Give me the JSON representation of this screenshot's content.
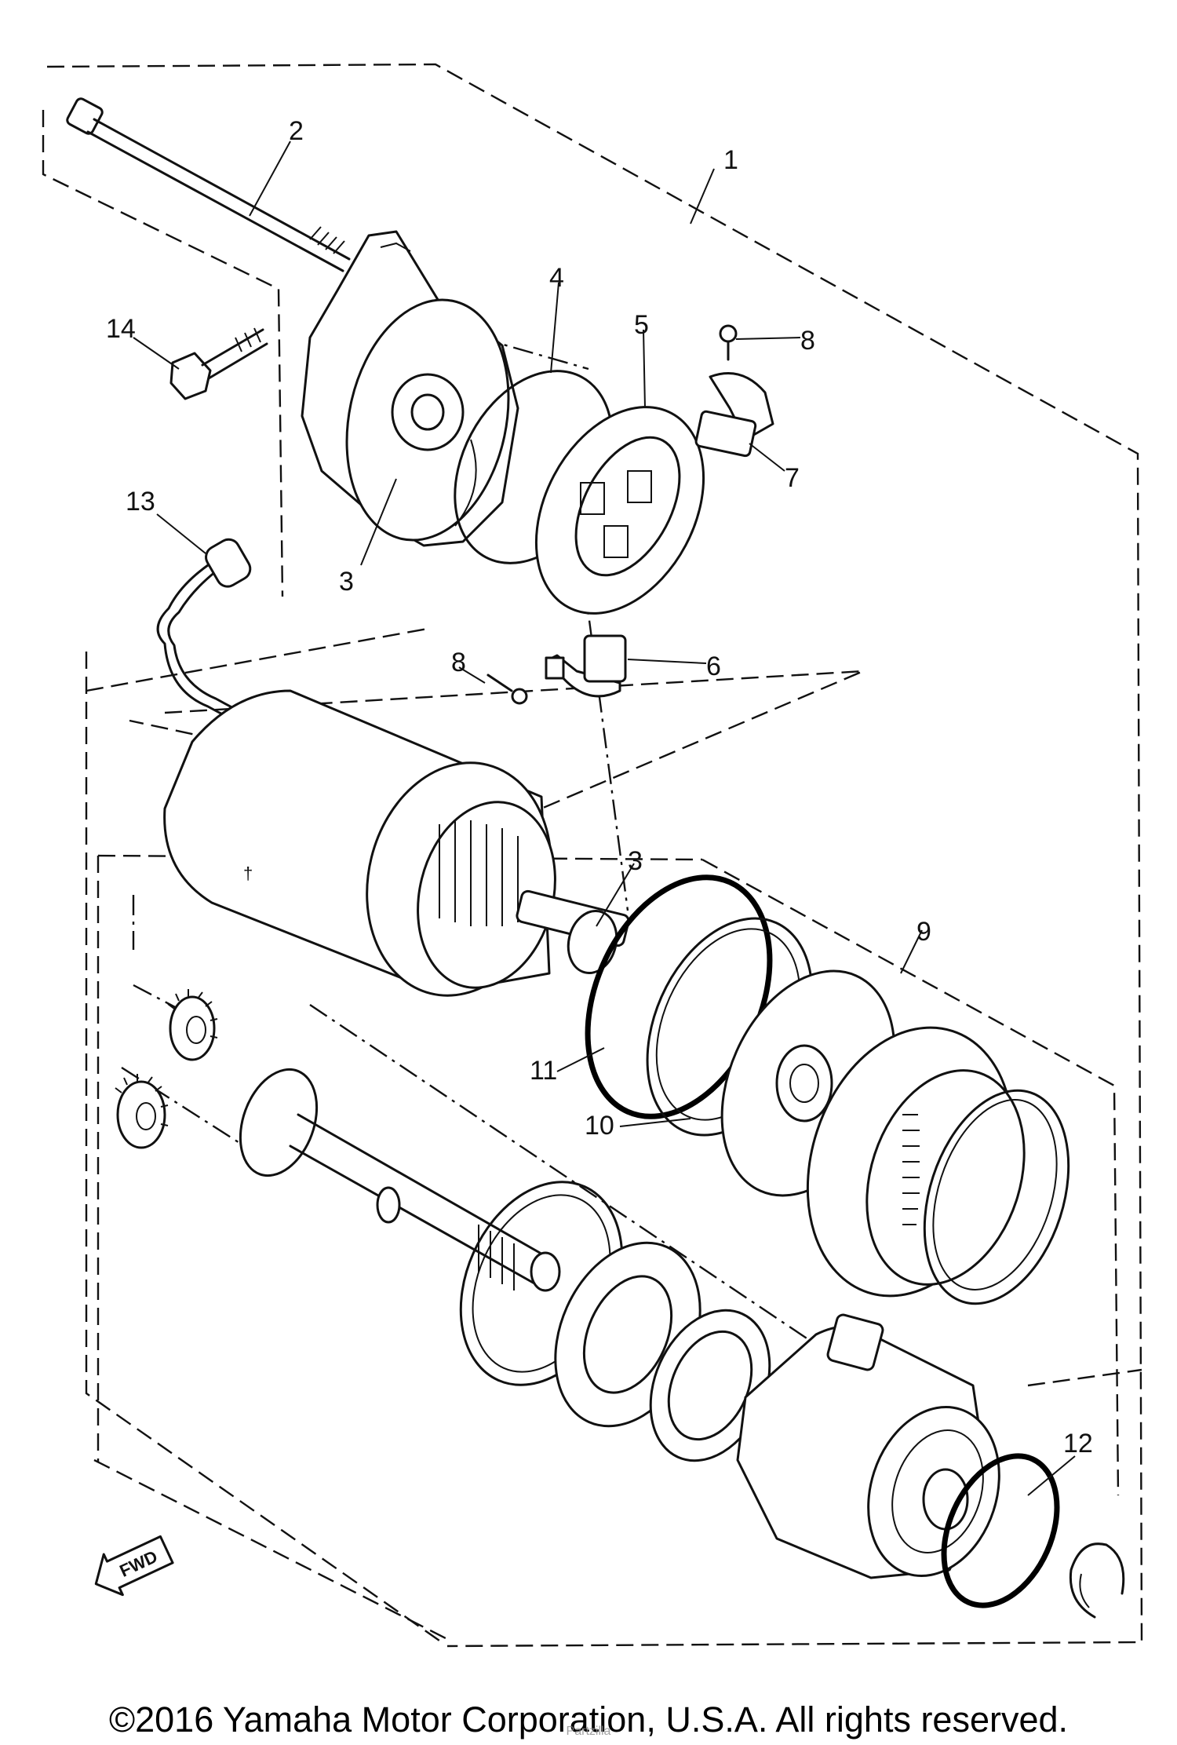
{
  "callouts": [
    {
      "id": "c1",
      "label": "1"
    },
    {
      "id": "c2",
      "label": "2"
    },
    {
      "id": "c3a",
      "label": "3"
    },
    {
      "id": "c3b",
      "label": "3"
    },
    {
      "id": "c4",
      "label": "4"
    },
    {
      "id": "c5",
      "label": "5"
    },
    {
      "id": "c6",
      "label": "6"
    },
    {
      "id": "c7",
      "label": "7"
    },
    {
      "id": "c8a",
      "label": "8"
    },
    {
      "id": "c8b",
      "label": "8"
    },
    {
      "id": "c9",
      "label": "9"
    },
    {
      "id": "c10",
      "label": "10"
    },
    {
      "id": "c11",
      "label": "11"
    },
    {
      "id": "c12",
      "label": "12"
    },
    {
      "id": "c13",
      "label": "13"
    },
    {
      "id": "c14",
      "label": "14"
    }
  ],
  "fwd_arrow_label": "FWD",
  "copyright": "©2016 Yamaha Motor Corporation, U.S.A. All rights reserved.",
  "watermark": "Partzilla"
}
